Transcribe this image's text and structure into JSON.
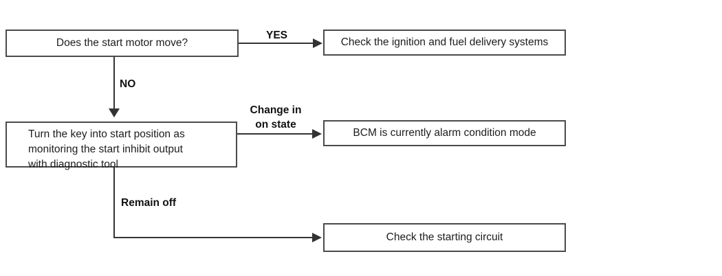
{
  "diagram": {
    "type": "flowchart",
    "topic": "Start motor diagnostic procedure",
    "colors": {
      "background": "#ffffff",
      "node_border": "#4a4a4a",
      "connector": "#333333",
      "text": "#1c1c1c"
    },
    "nodes": {
      "start_motor": "Does the start motor move?",
      "ignition_fuel": "Check the ignition and fuel delivery systems",
      "turn_key_lines": [
        "Turn the key into start position as",
        "monitoring the start inhibit output",
        "with diagnostic tool"
      ],
      "bcm_alarm": "BCM is currently alarm condition mode",
      "starting_circuit": "Check the starting circuit"
    },
    "edge_labels": {
      "yes": "YES",
      "no": "NO",
      "change_in_line1": "Change in",
      "change_in_line2": "on state",
      "remain_off": "Remain off"
    }
  }
}
